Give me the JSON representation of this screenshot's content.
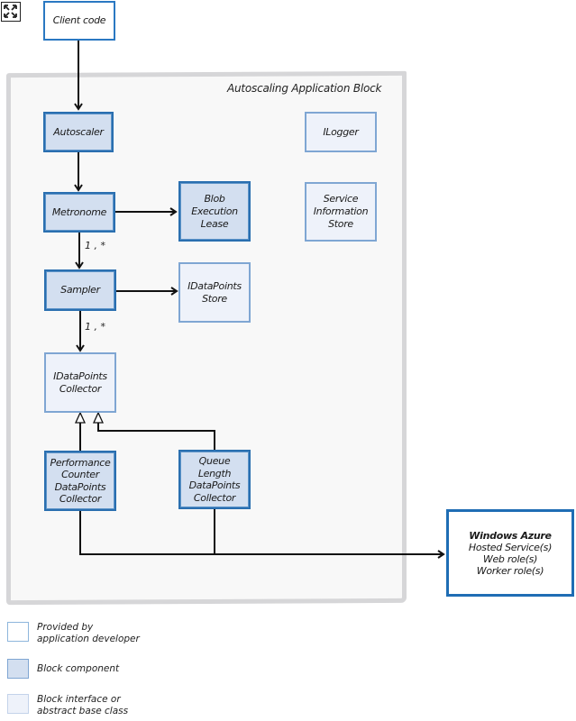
{
  "toolbar": {
    "expand_icon": "expand-arrows-icon"
  },
  "container": {
    "title": "Autoscaling Application Block"
  },
  "nodes": {
    "client_code": {
      "label": "Client code",
      "kind": "developer"
    },
    "autoscaler": {
      "label": "Autoscaler",
      "kind": "component"
    },
    "ilogger": {
      "label": "ILogger",
      "kind": "interface"
    },
    "metronome": {
      "label": "Metronome",
      "kind": "component"
    },
    "blob_execution_lease": {
      "label": "Blob Execution Lease",
      "kind": "component"
    },
    "service_information_store": {
      "label": "Service Information Store",
      "kind": "interface"
    },
    "sampler": {
      "label": "Sampler",
      "kind": "component"
    },
    "idatapoints_store": {
      "label": "IDataPoints Store",
      "kind": "interface"
    },
    "idatapoints_collector": {
      "label": "IDataPoints Collector",
      "kind": "interface"
    },
    "perf_counter_collector": {
      "label": "Performance Counter DataPoints Collector",
      "kind": "component"
    },
    "queue_length_collector": {
      "label": "Queue Length DataPoints Collector",
      "kind": "component"
    },
    "windows_azure": {
      "title": "Windows Azure",
      "lines": [
        "Hosted Service(s)",
        "Web role(s)",
        "Worker role(s)"
      ],
      "kind": "developer"
    }
  },
  "edges": [
    {
      "from": "client_code",
      "to": "autoscaler",
      "type": "arrow"
    },
    {
      "from": "autoscaler",
      "to": "metronome",
      "type": "arrow"
    },
    {
      "from": "metronome",
      "to": "blob_execution_lease",
      "type": "arrow"
    },
    {
      "from": "metronome",
      "to": "sampler",
      "type": "arrow",
      "multiplicity": "1 , *"
    },
    {
      "from": "sampler",
      "to": "idatapoints_store",
      "type": "arrow"
    },
    {
      "from": "sampler",
      "to": "idatapoints_collector",
      "type": "arrow",
      "multiplicity": "1 , *"
    },
    {
      "from": "perf_counter_collector",
      "to": "idatapoints_collector",
      "type": "inheritance"
    },
    {
      "from": "queue_length_collector",
      "to": "idatapoints_collector",
      "type": "inheritance"
    },
    {
      "from": "perf_counter_collector",
      "to": "windows_azure",
      "type": "arrow"
    },
    {
      "from": "queue_length_collector",
      "to": "windows_azure",
      "type": "arrow"
    }
  ],
  "multiplicities": {
    "metronome_sampler": "1 , *",
    "sampler_collector": "1 , *"
  },
  "legend": [
    {
      "label": "Provided by application developer",
      "kind": "developer"
    },
    {
      "label": "Block component",
      "kind": "component"
    },
    {
      "label": "Block interface or abstract base class",
      "kind": "interface"
    }
  ],
  "colors": {
    "component_fill": "#d3dff0",
    "component_border": "#2a6fb0",
    "interface_fill": "#eef2fa",
    "interface_border": "#7fa6d3",
    "developer_fill": "#ffffff",
    "developer_border": "#2a78c2",
    "container_fill": "#f8f8f8",
    "container_border": "#d6d6d8"
  }
}
